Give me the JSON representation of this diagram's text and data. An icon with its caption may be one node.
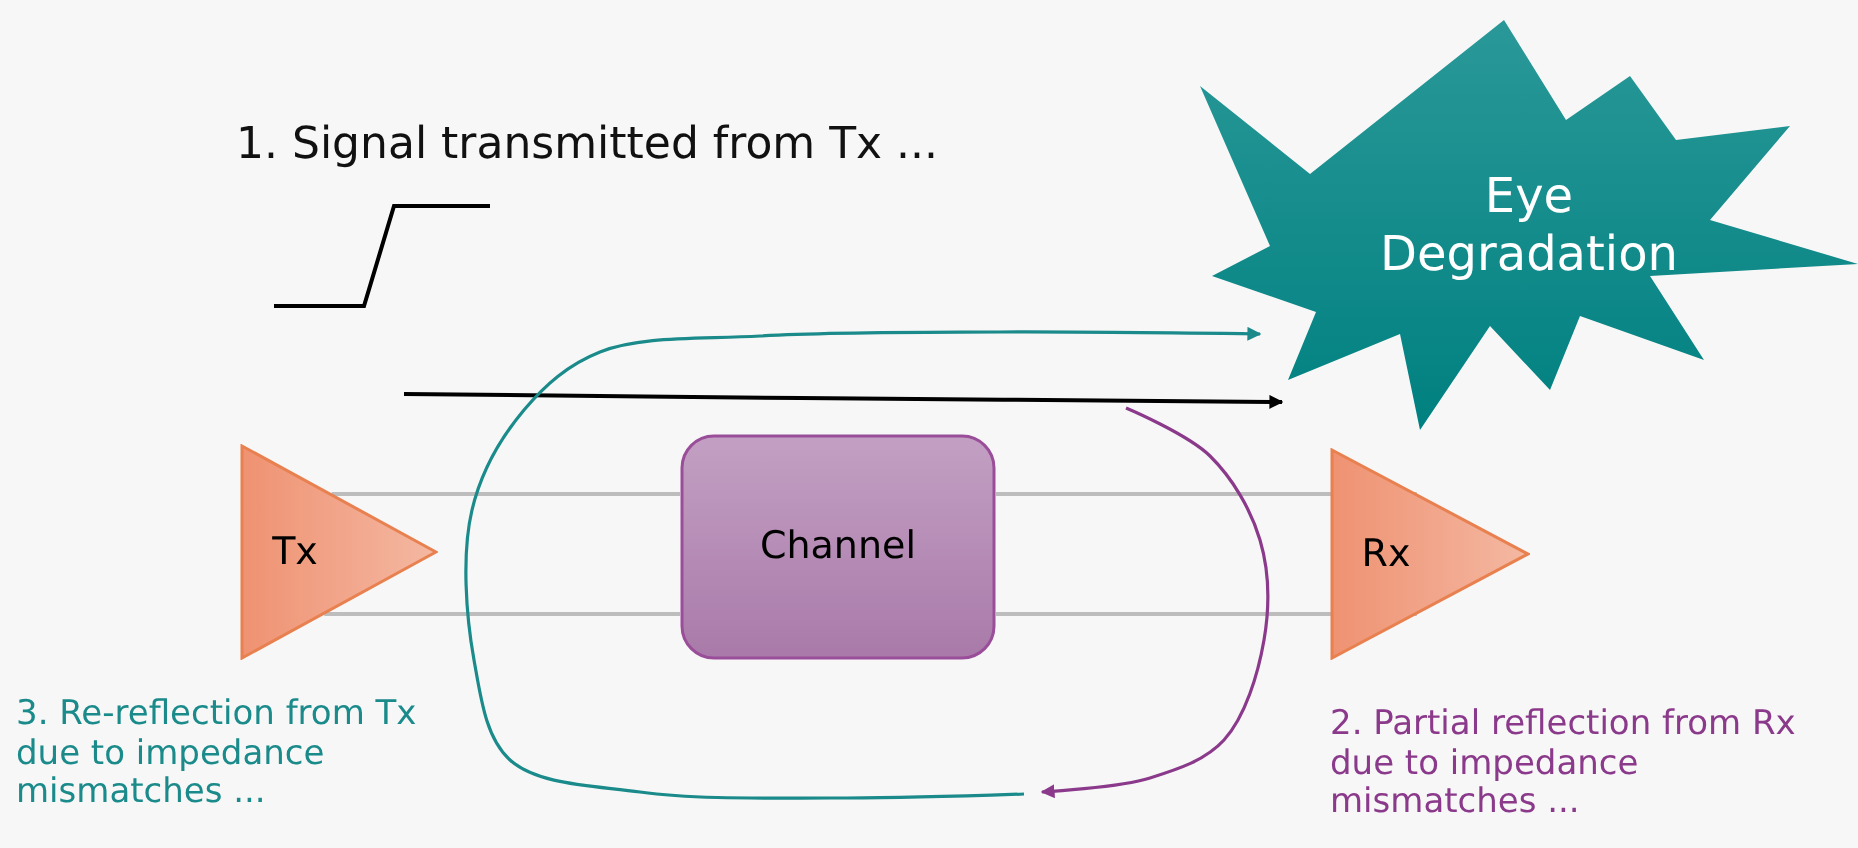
{
  "diagram": {
    "nodes": [
      {
        "text": [
          "Tx"
        ]
      },
      {
        "text": [
          "Channel"
        ]
      },
      {
        "text": [
          "Rx"
        ]
      },
      {
        "text": [
          "Eye Degradation"
        ]
      }
    ],
    "edges": [
      {
        "from": 0,
        "to": 1,
        "arrow": "none"
      },
      {
        "from": 0,
        "to": 1,
        "arrow": "none"
      },
      {
        "from": 1,
        "to": 2,
        "arrow": "none"
      },
      {
        "from": 1,
        "to": 2,
        "arrow": "none"
      }
    ],
    "labels": [
      "1. Signal transmitted from Tx ...",
      "3. Re-reflection from Tx due to impedance mismatches ...",
      "2. Partial reflection from Rx due to impedance mismatches ..."
    ]
  }
}
